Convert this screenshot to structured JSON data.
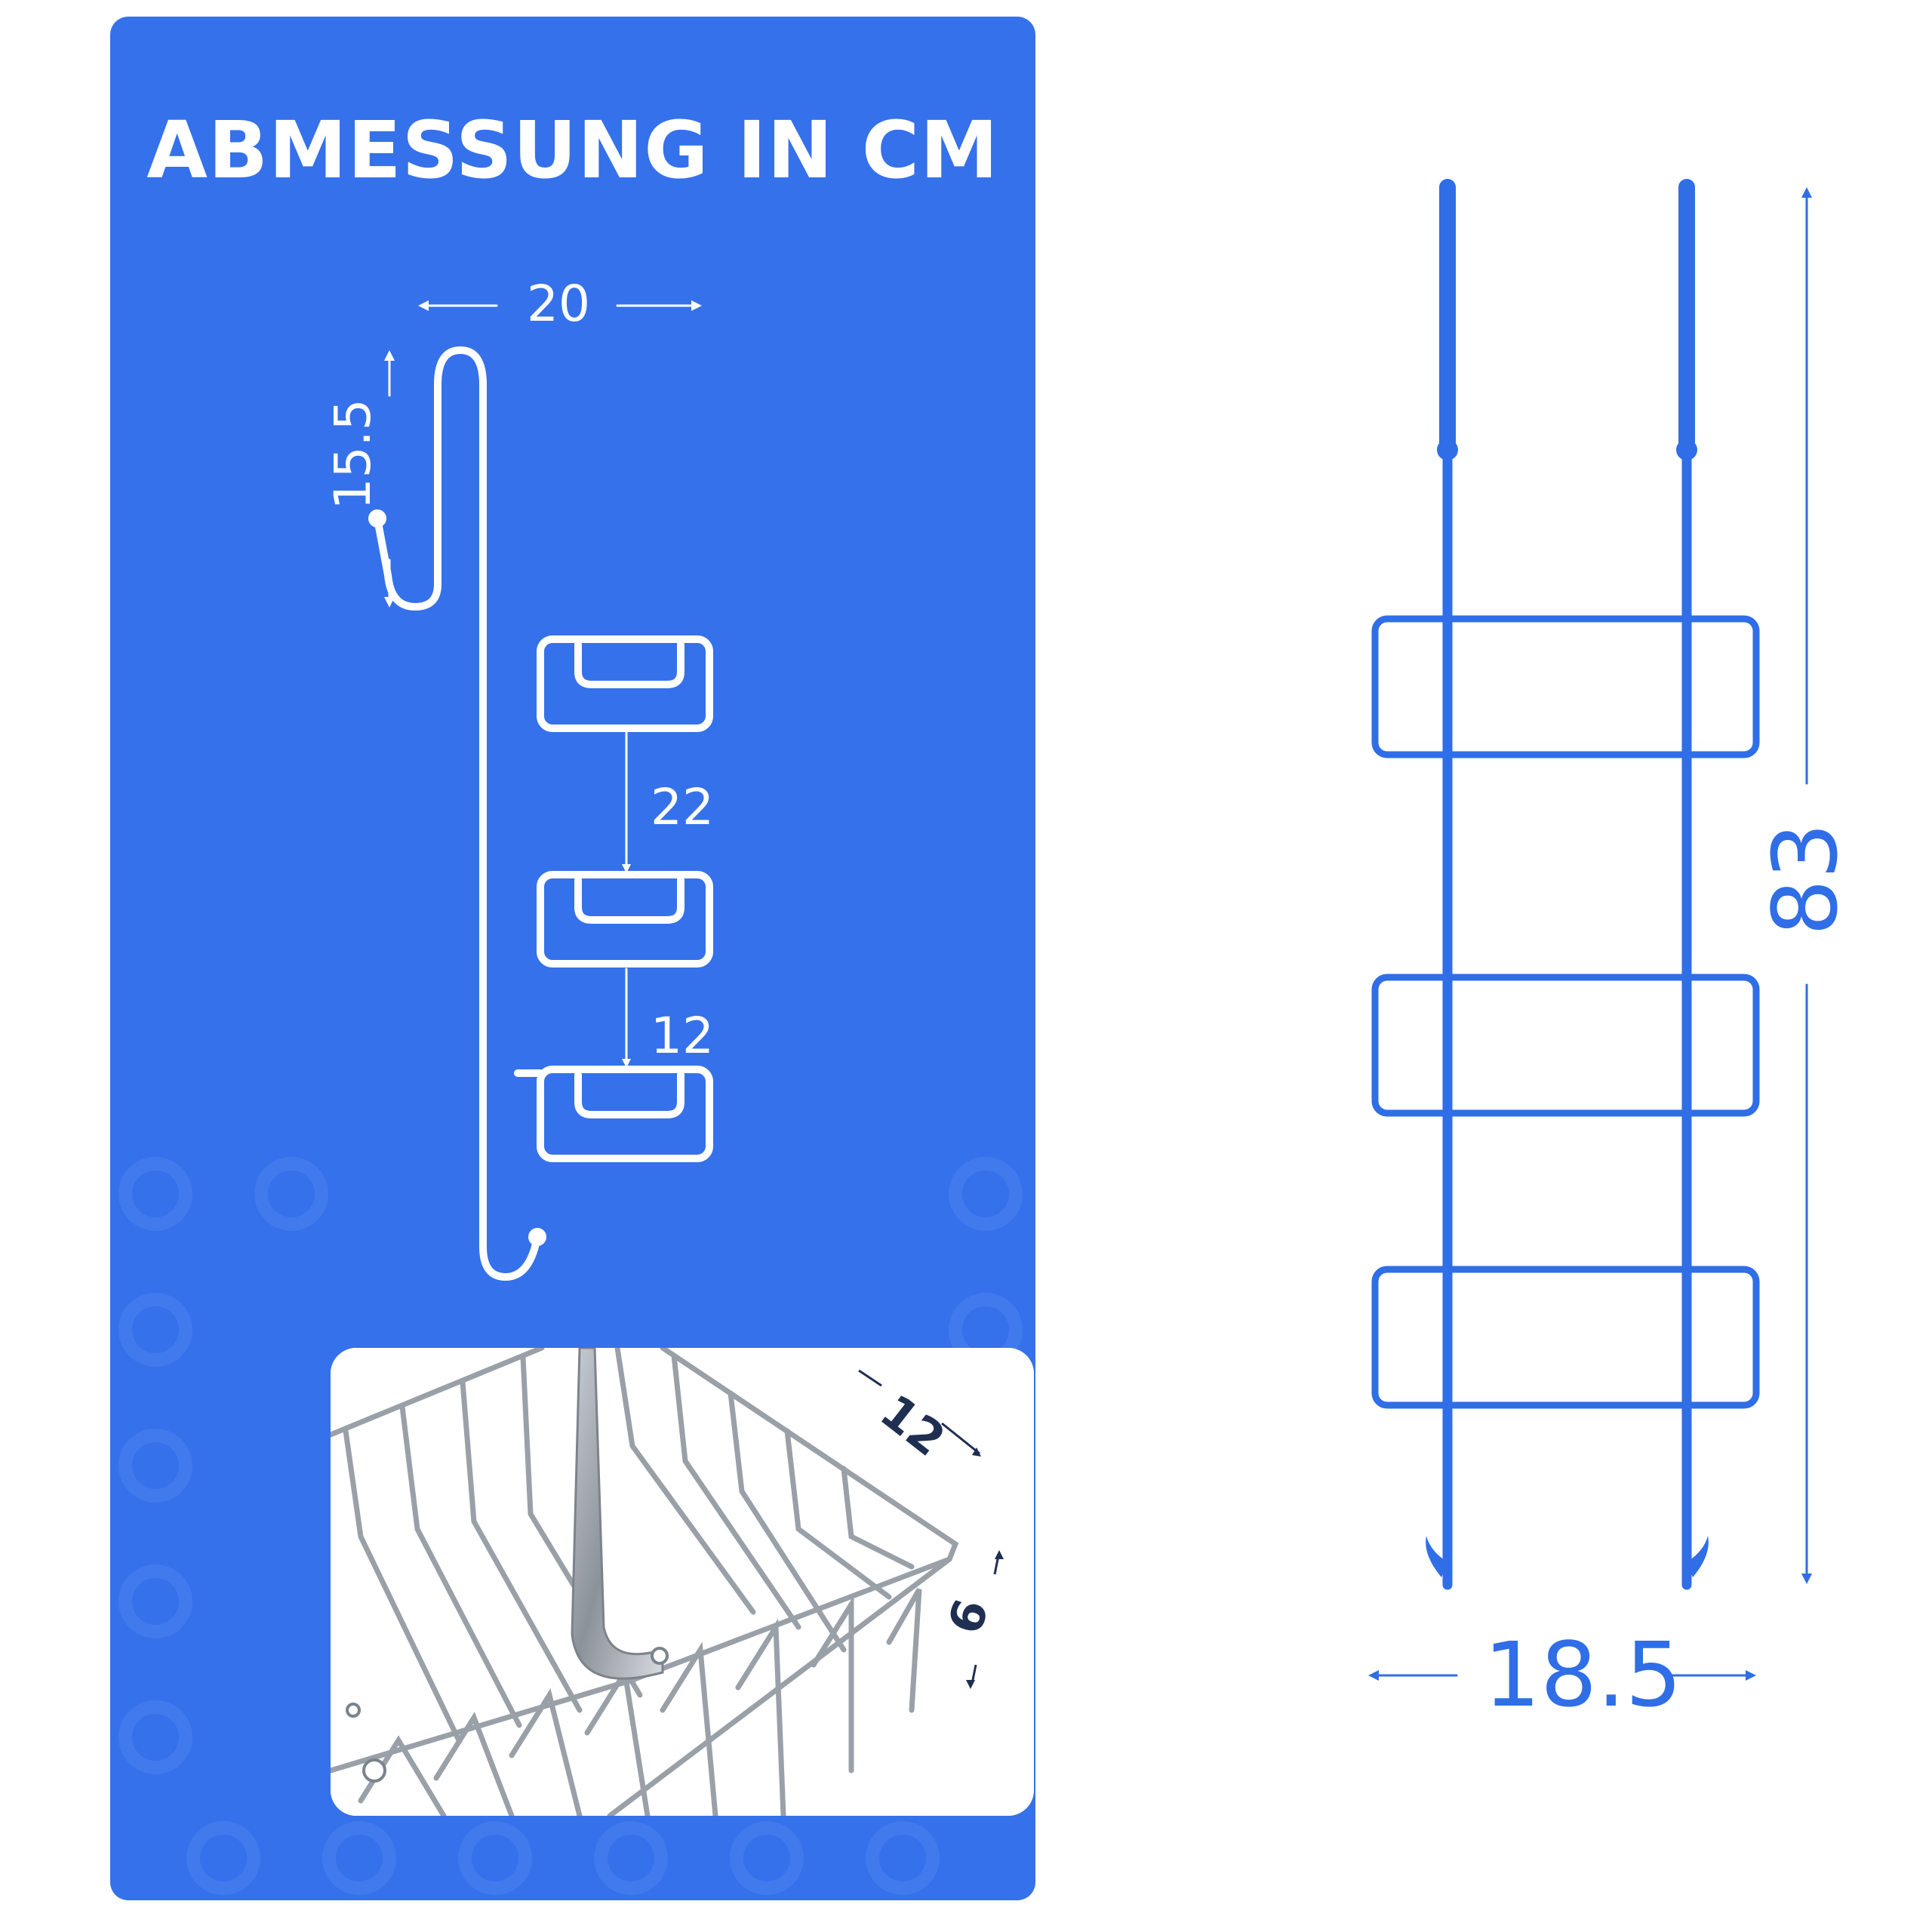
{
  "panel": {
    "title": "ABMESSUNG IN CM",
    "background_color": "#3571ea",
    "dimensions": {
      "width": "20",
      "hook_height": "15.5",
      "upper_gap": "22",
      "lower_gap": "12"
    }
  },
  "photo": {
    "dimensions": {
      "depth": "12",
      "height": "6"
    }
  },
  "front_view": {
    "line_color": "#2f6ee6",
    "dimensions": {
      "total_height": "83",
      "total_width": "18.5"
    }
  }
}
